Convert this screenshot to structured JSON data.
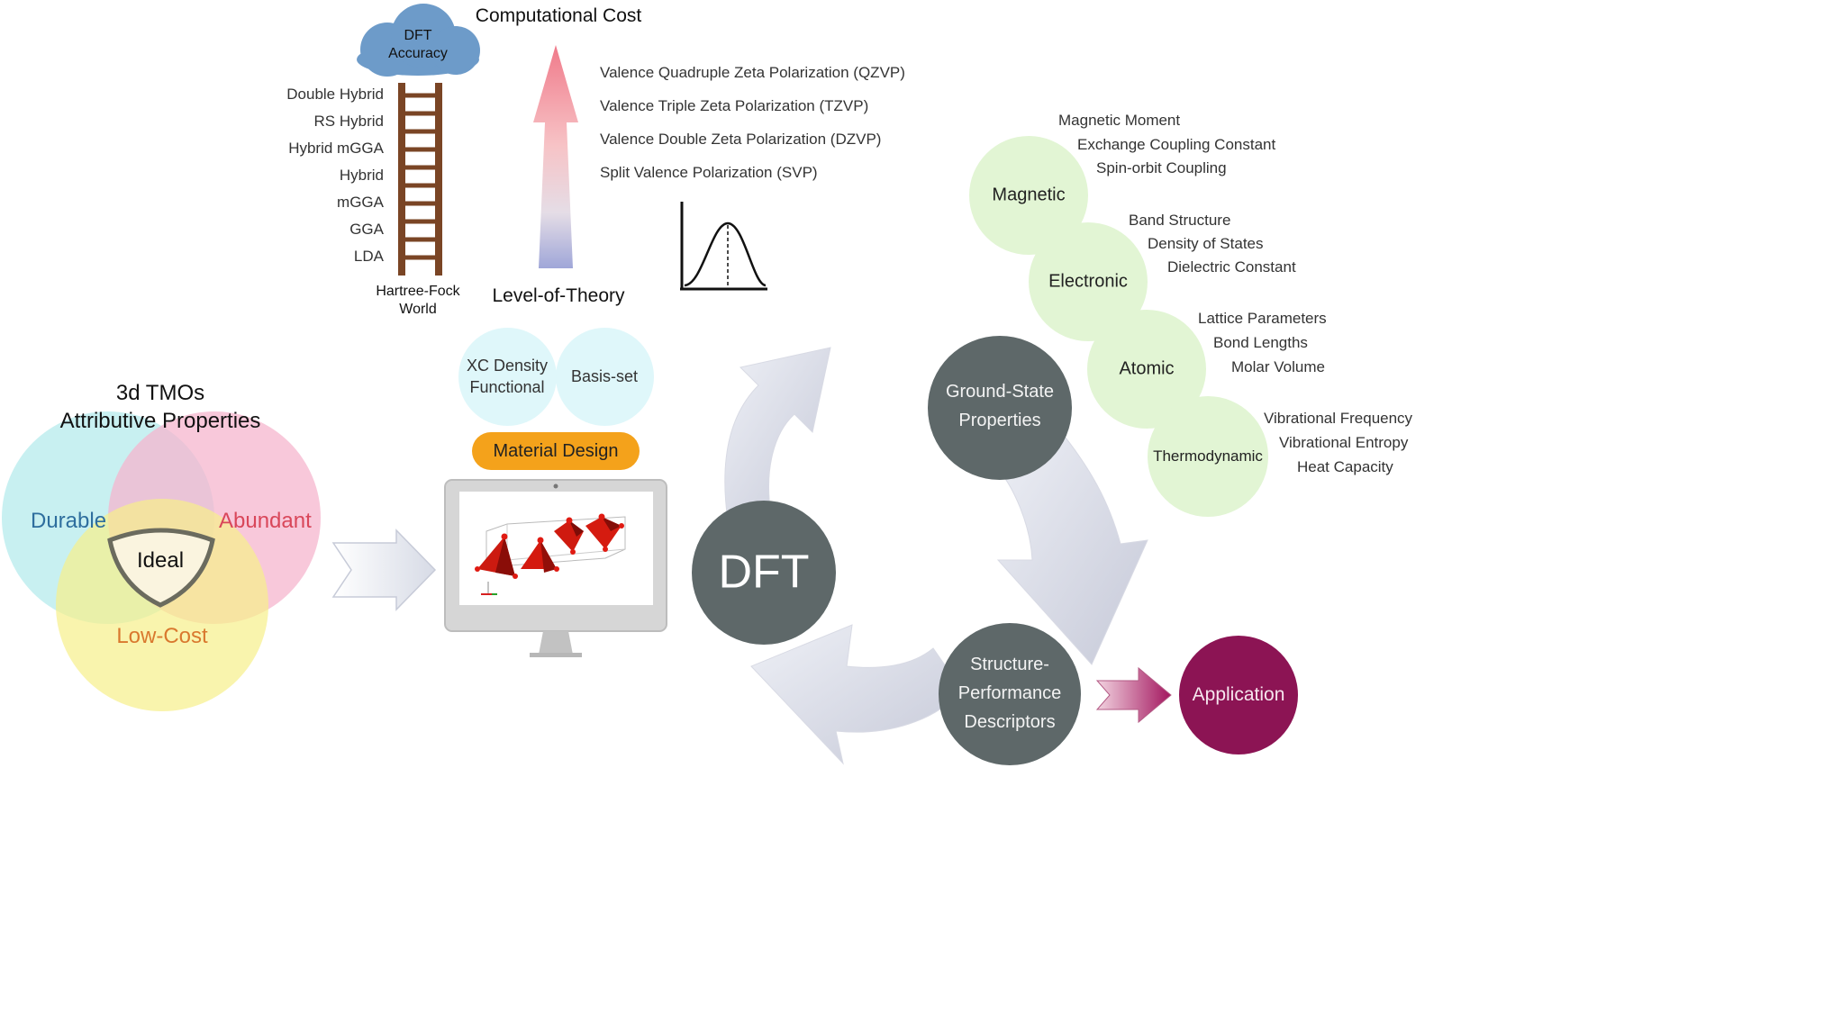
{
  "cloud": {
    "line1": "DFT",
    "line2": "Accuracy"
  },
  "ladder": {
    "rungs": [
      "Double Hybrid",
      "RS Hybrid",
      "Hybrid mGGA",
      "Hybrid",
      "mGGA",
      "GGA",
      "LDA"
    ],
    "base_line1": "Hartree-Fock",
    "base_line2": "World"
  },
  "cost": {
    "title": "Computational Cost",
    "bottom": "Level-of-Theory",
    "basis_sets": [
      "Valence Quadruple Zeta Polarization (QZVP)",
      "Valence Triple Zeta Polarization (TZVP)",
      "Valence Double Zeta Polarization (DZVP)",
      "Split Valence Polarization (SVP)"
    ]
  },
  "venn": {
    "title_line1": "3d TMOs",
    "title_line2": "Attributive Properties",
    "durable": "Durable",
    "abundant": "Abundant",
    "low_cost": "Low-Cost",
    "ideal": "Ideal",
    "colors": {
      "durable": "#2e6e9e",
      "abundant": "#d9475a",
      "low_cost": "#d9782e"
    }
  },
  "design": {
    "xc_line1": "XC Density",
    "xc_line2": "Functional",
    "basis": "Basis-set",
    "material_design": "Material Design"
  },
  "cycle": {
    "dft": "DFT",
    "ground_line1": "Ground-State",
    "ground_line2": "Properties",
    "struct_line1": "Structure-",
    "struct_line2": "Performance",
    "struct_line3": "Descriptors",
    "application": "Application"
  },
  "properties": {
    "magnetic": {
      "name": "Magnetic",
      "items": [
        "Magnetic Moment",
        "Exchange Coupling Constant",
        "Spin-orbit Coupling"
      ]
    },
    "electronic": {
      "name": "Electronic",
      "items": [
        "Band Structure",
        "Density of States",
        "Dielectric Constant"
      ]
    },
    "atomic": {
      "name": "Atomic",
      "items": [
        "Lattice Parameters",
        "Bond Lengths",
        "Molar Volume"
      ]
    },
    "thermodynamic": {
      "name": "Thermodynamic",
      "items": [
        "Vibrational Frequency",
        "Vibrational Entropy",
        "Heat Capacity"
      ]
    }
  }
}
